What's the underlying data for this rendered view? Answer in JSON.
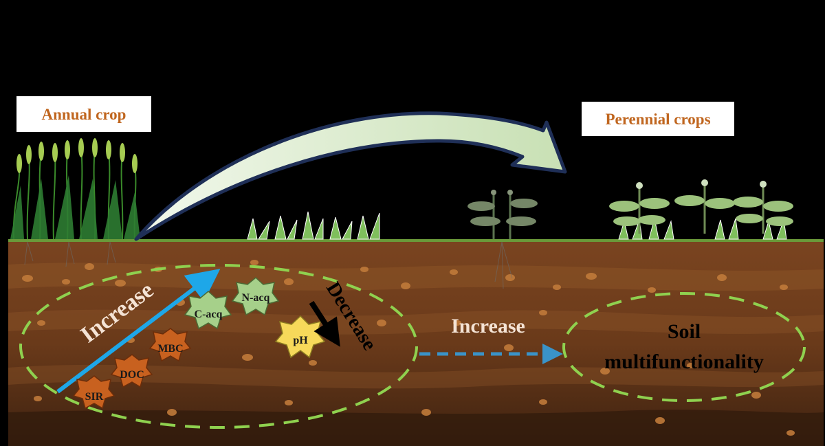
{
  "labels": {
    "annual_crop": "Annual crop",
    "perennial_crops": "Perennial crops",
    "increase_left": "Increase",
    "decrease": "Decrease",
    "increase_right": "Increase",
    "soil_line1": "Soil",
    "soil_line2": "multifunctionality"
  },
  "indicators": {
    "sir": "SIR",
    "doc": "DOC",
    "mbc": "MBC",
    "c_acq": "C-acq",
    "n_acq": "N-acq",
    "ph": "pH"
  },
  "colors": {
    "title_text": "#c0661f",
    "soil_dark": "#4a2a12",
    "soil_mid": "#6b3d1c",
    "soil_light": "#8a5327",
    "grass_line": "#6a9a3a",
    "dashed_green": "#8fd14f",
    "increase_arrow": "#1ea7e8",
    "dashed_blue": "#3a93c8",
    "big_arrow_fill": "#d9ebc9",
    "big_arrow_stroke": "#1f2f57",
    "star_orange": "#c8611f",
    "star_green": "#a6d08a",
    "star_yellow": "#f7d95a"
  }
}
